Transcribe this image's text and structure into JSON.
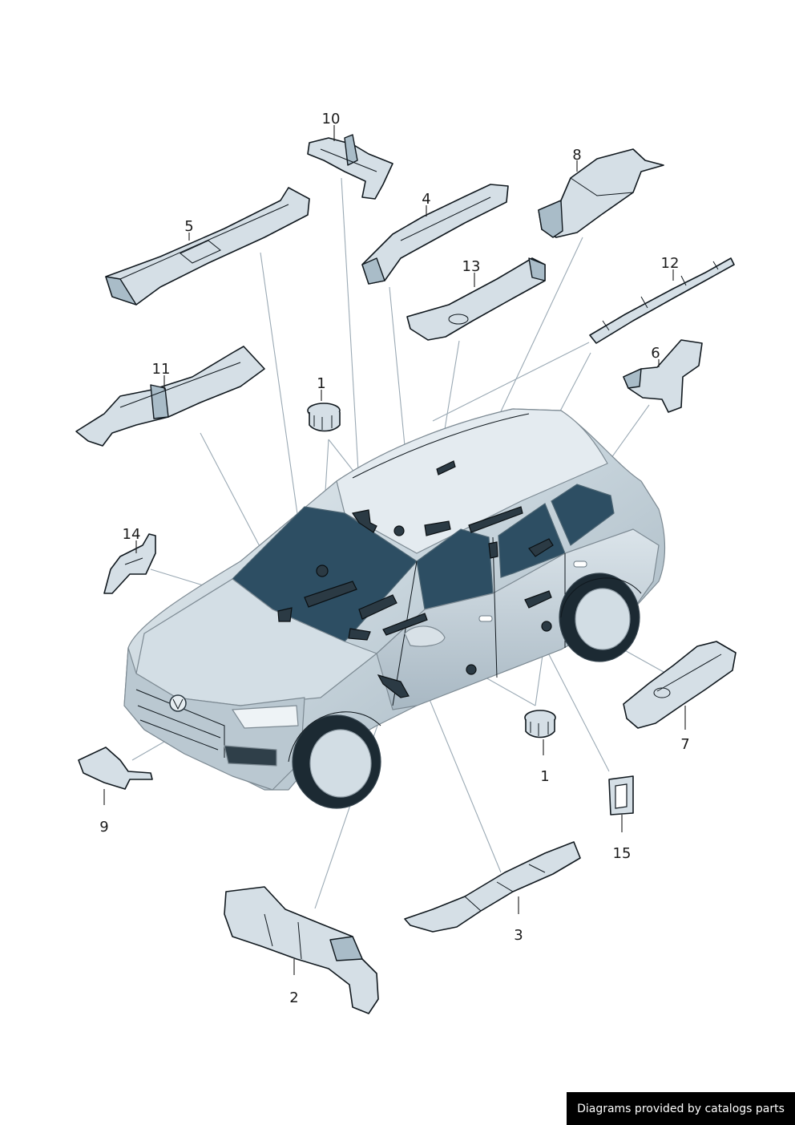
{
  "diagram": {
    "callouts": [
      {
        "id": "10",
        "label": "10"
      },
      {
        "id": "8",
        "label": "8"
      },
      {
        "id": "4",
        "label": "4"
      },
      {
        "id": "5",
        "label": "5"
      },
      {
        "id": "13",
        "label": "13"
      },
      {
        "id": "12",
        "label": "12"
      },
      {
        "id": "11",
        "label": "11"
      },
      {
        "id": "6",
        "label": "6"
      },
      {
        "id": "1a",
        "label": "1"
      },
      {
        "id": "14",
        "label": "14"
      },
      {
        "id": "7",
        "label": "7"
      },
      {
        "id": "1b",
        "label": "1"
      },
      {
        "id": "9",
        "label": "9"
      },
      {
        "id": "15",
        "label": "15"
      },
      {
        "id": "3",
        "label": "3"
      },
      {
        "id": "2",
        "label": "2"
      }
    ]
  },
  "footer": {
    "credit": "Diagrams provided by catalogs parts"
  }
}
